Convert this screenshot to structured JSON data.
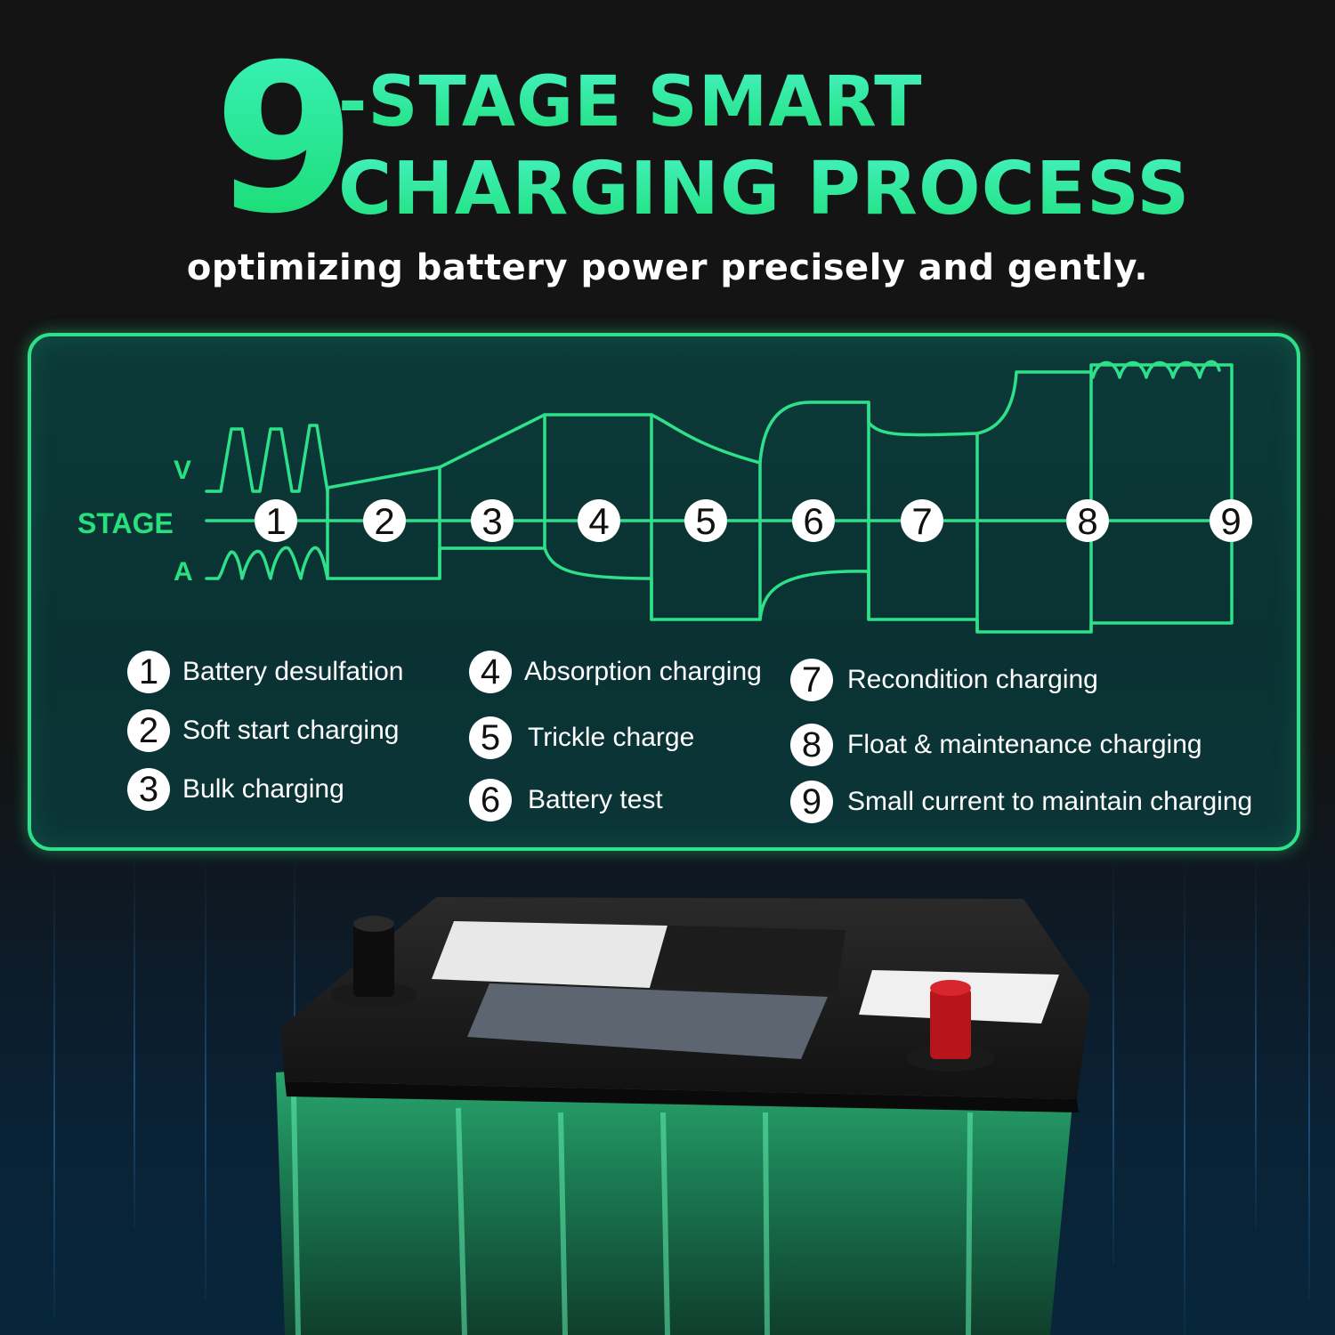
{
  "header": {
    "big_number": "9",
    "title_line1": "-STAGE SMART",
    "title_line2": "CHARGING PROCESS",
    "subtitle": "optimizing battery power precisely and gently."
  },
  "diagram": {
    "row_label": "STAGE",
    "voltage_label": "V",
    "current_label": "A",
    "stage_numbers": [
      "1",
      "2",
      "3",
      "4",
      "5",
      "6",
      "7",
      "8",
      "9"
    ],
    "line_color": "#2fe08a"
  },
  "legend": [
    {
      "num": "1",
      "label": "Battery desulfation"
    },
    {
      "num": "2",
      "label": "Soft start charging"
    },
    {
      "num": "3",
      "label": "Bulk charging"
    },
    {
      "num": "4",
      "label": "Absorption charging"
    },
    {
      "num": "5",
      "label": "Trickle charge"
    },
    {
      "num": "6",
      "label": "Battery test"
    },
    {
      "num": "7",
      "label": "Recondition charging"
    },
    {
      "num": "8",
      "label": "Float & maintenance charging"
    },
    {
      "num": "9",
      "label": "Small current to maintain charging"
    }
  ],
  "colors": {
    "accent_green": "#2fe08a",
    "background": "#141414",
    "text": "#ffffff"
  }
}
